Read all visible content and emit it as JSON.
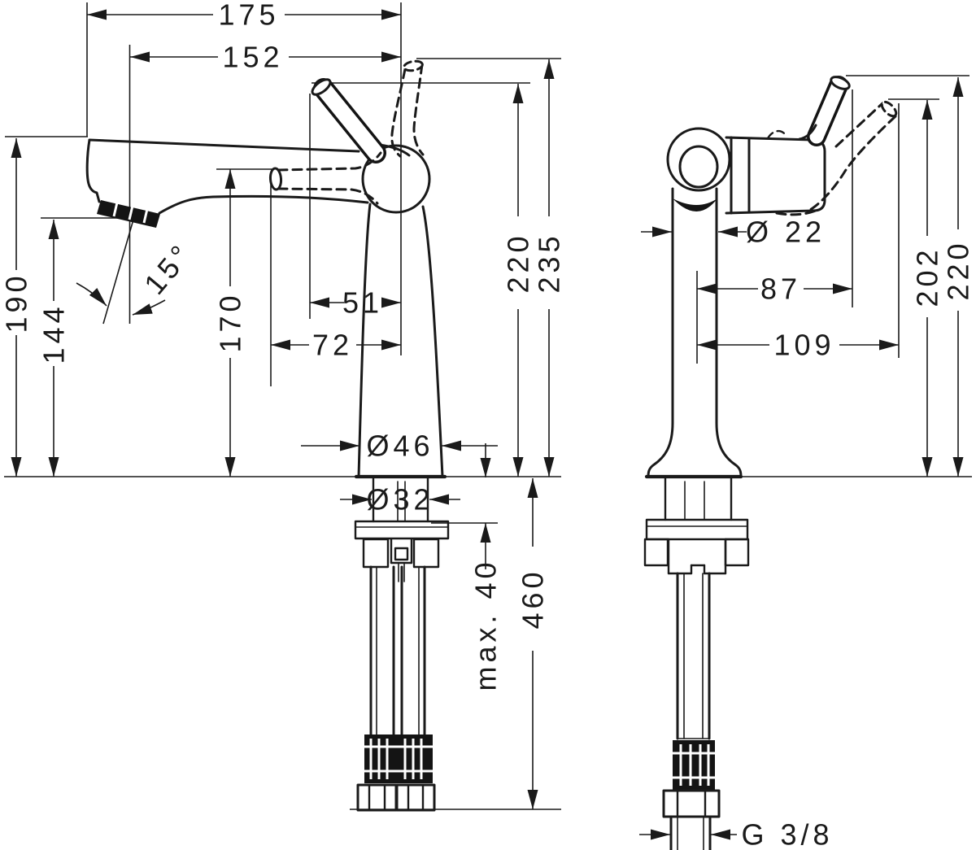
{
  "left_view": {
    "width_overall": "175",
    "width_spout": "152",
    "height_back": "190",
    "height_aerator": "144",
    "angle_spout": "15°",
    "height_outlet": "170",
    "offset_handle_tip": "51",
    "offset_outlet_tip": "72",
    "dia_body": "Ø46",
    "dia_shank": "Ø32",
    "max_deck": "max. 40",
    "hose_drop": "460",
    "height_handle": "220",
    "height_handle_raised": "235"
  },
  "right_view": {
    "dia_spout": "Ø 22",
    "offset_handle": "87",
    "offset_handle_tilted": "109",
    "height_tilted": "202",
    "height_upright": "220",
    "thread": "G 3/8"
  }
}
